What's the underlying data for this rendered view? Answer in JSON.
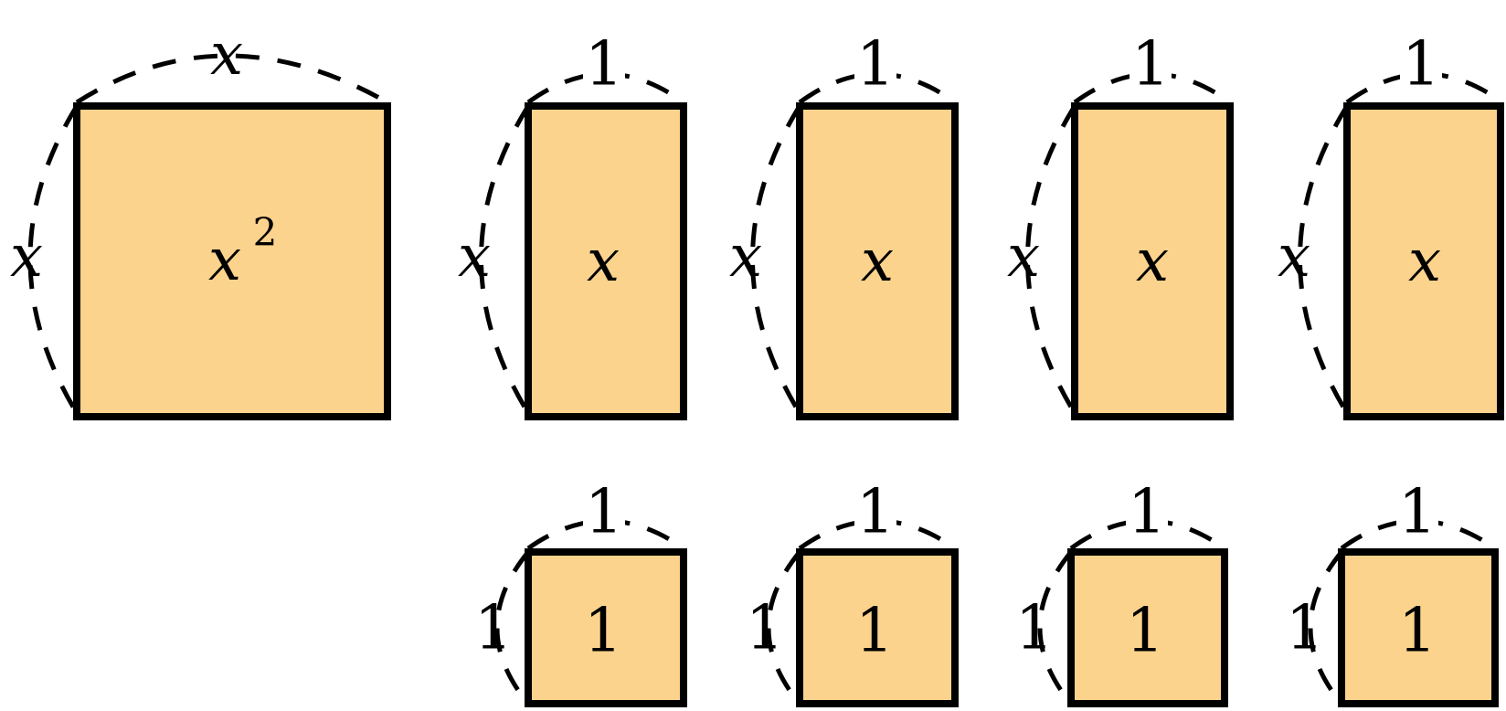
{
  "tiles": {
    "x_squared": {
      "center_label": "x",
      "exponent": "2",
      "top_label": "x",
      "left_label": "x"
    },
    "x_bars": [
      {
        "center_label": "x",
        "top_label": "1",
        "left_label": "x"
      },
      {
        "center_label": "x",
        "top_label": "1",
        "left_label": "x"
      },
      {
        "center_label": "x",
        "top_label": "1",
        "left_label": "x"
      },
      {
        "center_label": "x",
        "top_label": "1",
        "left_label": "x"
      }
    ],
    "unit_squares": [
      {
        "center_label": "1",
        "top_label": "1",
        "left_label": "1"
      },
      {
        "center_label": "1",
        "top_label": "1",
        "left_label": "1"
      },
      {
        "center_label": "1",
        "top_label": "1",
        "left_label": "1"
      },
      {
        "center_label": "1",
        "top_label": "1",
        "left_label": "1"
      }
    ]
  },
  "colors": {
    "tile_fill": "#FCD38D",
    "outline": "#000000"
  }
}
